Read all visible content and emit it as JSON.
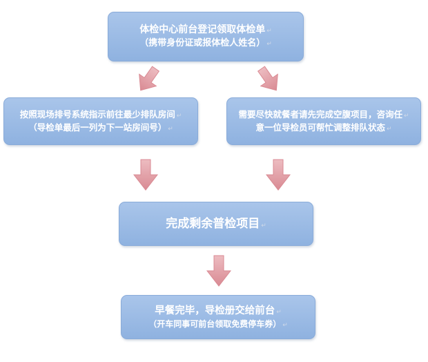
{
  "steps": {
    "register": {
      "line1": "体检中心前台登记领取体检单",
      "line2": "（携带身份证或报体检人姓名）"
    },
    "queue": {
      "line1": "按照现场排号系统指示前往最少排队房间",
      "line2": "（导检单最后一列为下一站房间号）"
    },
    "fasting": {
      "line1": "需要尽快就餐者请先完成空腹项目，咨询任",
      "line2": "意一位导检员可帮忙调整排队状态"
    },
    "complete": {
      "line1": "完成剩余普检项目"
    },
    "finish": {
      "line1": "早餐完毕，导检册交给前台",
      "line2": "（开车同事可前台领取免费停车券）"
    }
  },
  "colors": {
    "box_fill": "#9dbce6",
    "arrow_fill": "#e3a3aa",
    "text": "#ffffff"
  }
}
